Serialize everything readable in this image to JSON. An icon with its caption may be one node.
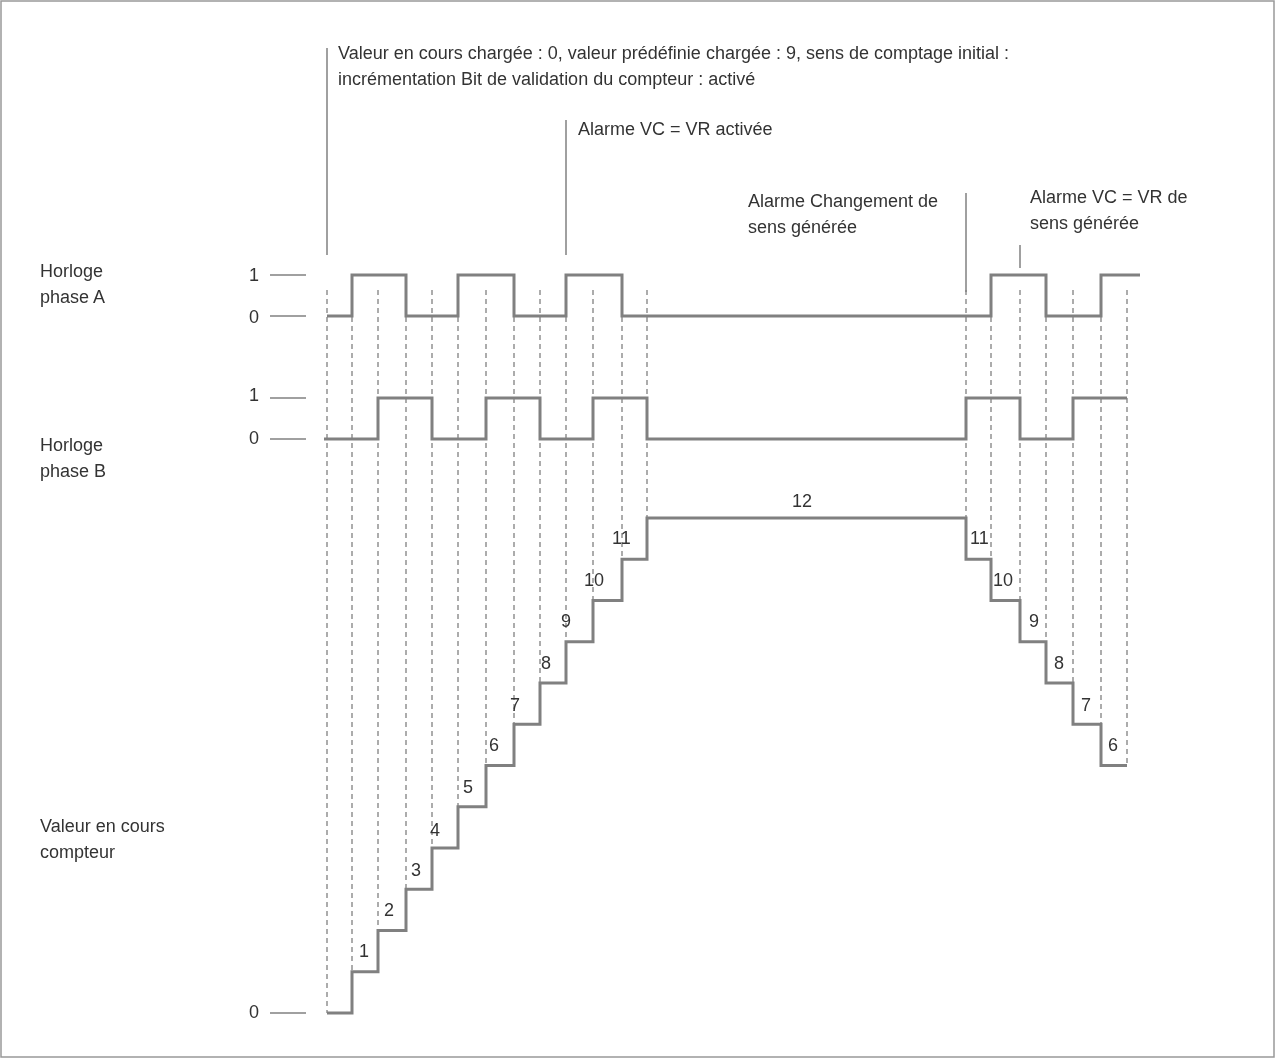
{
  "diagram": {
    "labels": [
      "Valeur en cours chargée : 0, valeur prédéfinie chargée : 9, sens de comptage initial : incrémentation Bit de validation du compteur : activé",
      "Alarme VC = VR activée",
      "Alarme Changement de sens générée",
      "Alarme VC = VR de sens générée",
      "Horloge phase A",
      "1",
      "0",
      "1",
      "Horloge phase B",
      "0",
      "12",
      "11",
      "11",
      "10",
      "10",
      "9",
      "9",
      "8",
      "8",
      "7",
      "7",
      "6",
      "6",
      "5",
      "4",
      "3",
      "2",
      "1",
      "Valeur en cours compteur",
      "0"
    ]
  }
}
